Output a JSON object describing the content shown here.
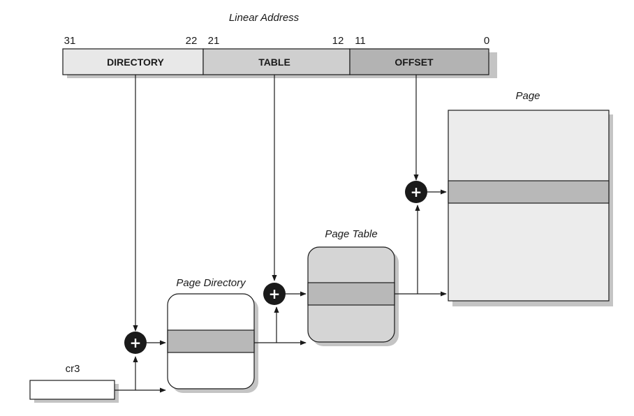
{
  "diagram": {
    "linear_address": {
      "title": "Linear Address",
      "bits": {
        "b31": "31",
        "b22": "22",
        "b21": "21",
        "b12": "12",
        "b11": "11",
        "b0": "0"
      },
      "fields": {
        "directory": "DIRECTORY",
        "table": "TABLE",
        "offset": "OFFSET"
      }
    },
    "labels": {
      "page": "Page",
      "page_table": "Page Table",
      "page_directory": "Page Directory",
      "cr3": "cr3"
    },
    "adder_symbol": "+",
    "colors": {
      "directory_fill": "#e8e8e8",
      "table_fill": "#cfcfcf",
      "offset_fill": "#b3b3b3",
      "page_fill": "#ececec",
      "page_table_fill": "#d5d5d5",
      "entry_fill": "#b8b8b8",
      "shadow": "#c4c4c4",
      "adder_fill": "#1a1a1a"
    }
  }
}
